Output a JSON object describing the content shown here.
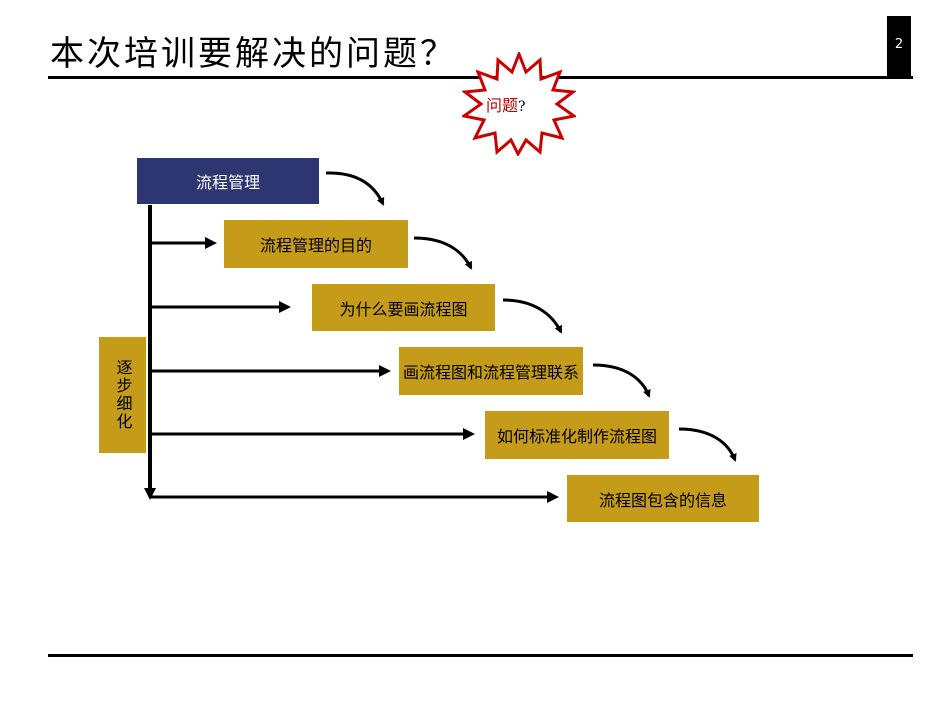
{
  "slide": {
    "title": "本次培训要解决的问题？",
    "page_number": "2"
  },
  "callout": {
    "text": "问题",
    "mark": "?"
  },
  "diagram": {
    "root": "流程管理",
    "steps": [
      "流程管理的目的",
      "为什么要画流程图",
      "画流程图和流程管理联系",
      "如何标准化制作流程图",
      "流程图包含的信息"
    ],
    "side_label": "逐步细化"
  },
  "colors": {
    "gold": "#c59b1a",
    "navy": "#2d3670",
    "burst_outline": "#cc0000"
  }
}
